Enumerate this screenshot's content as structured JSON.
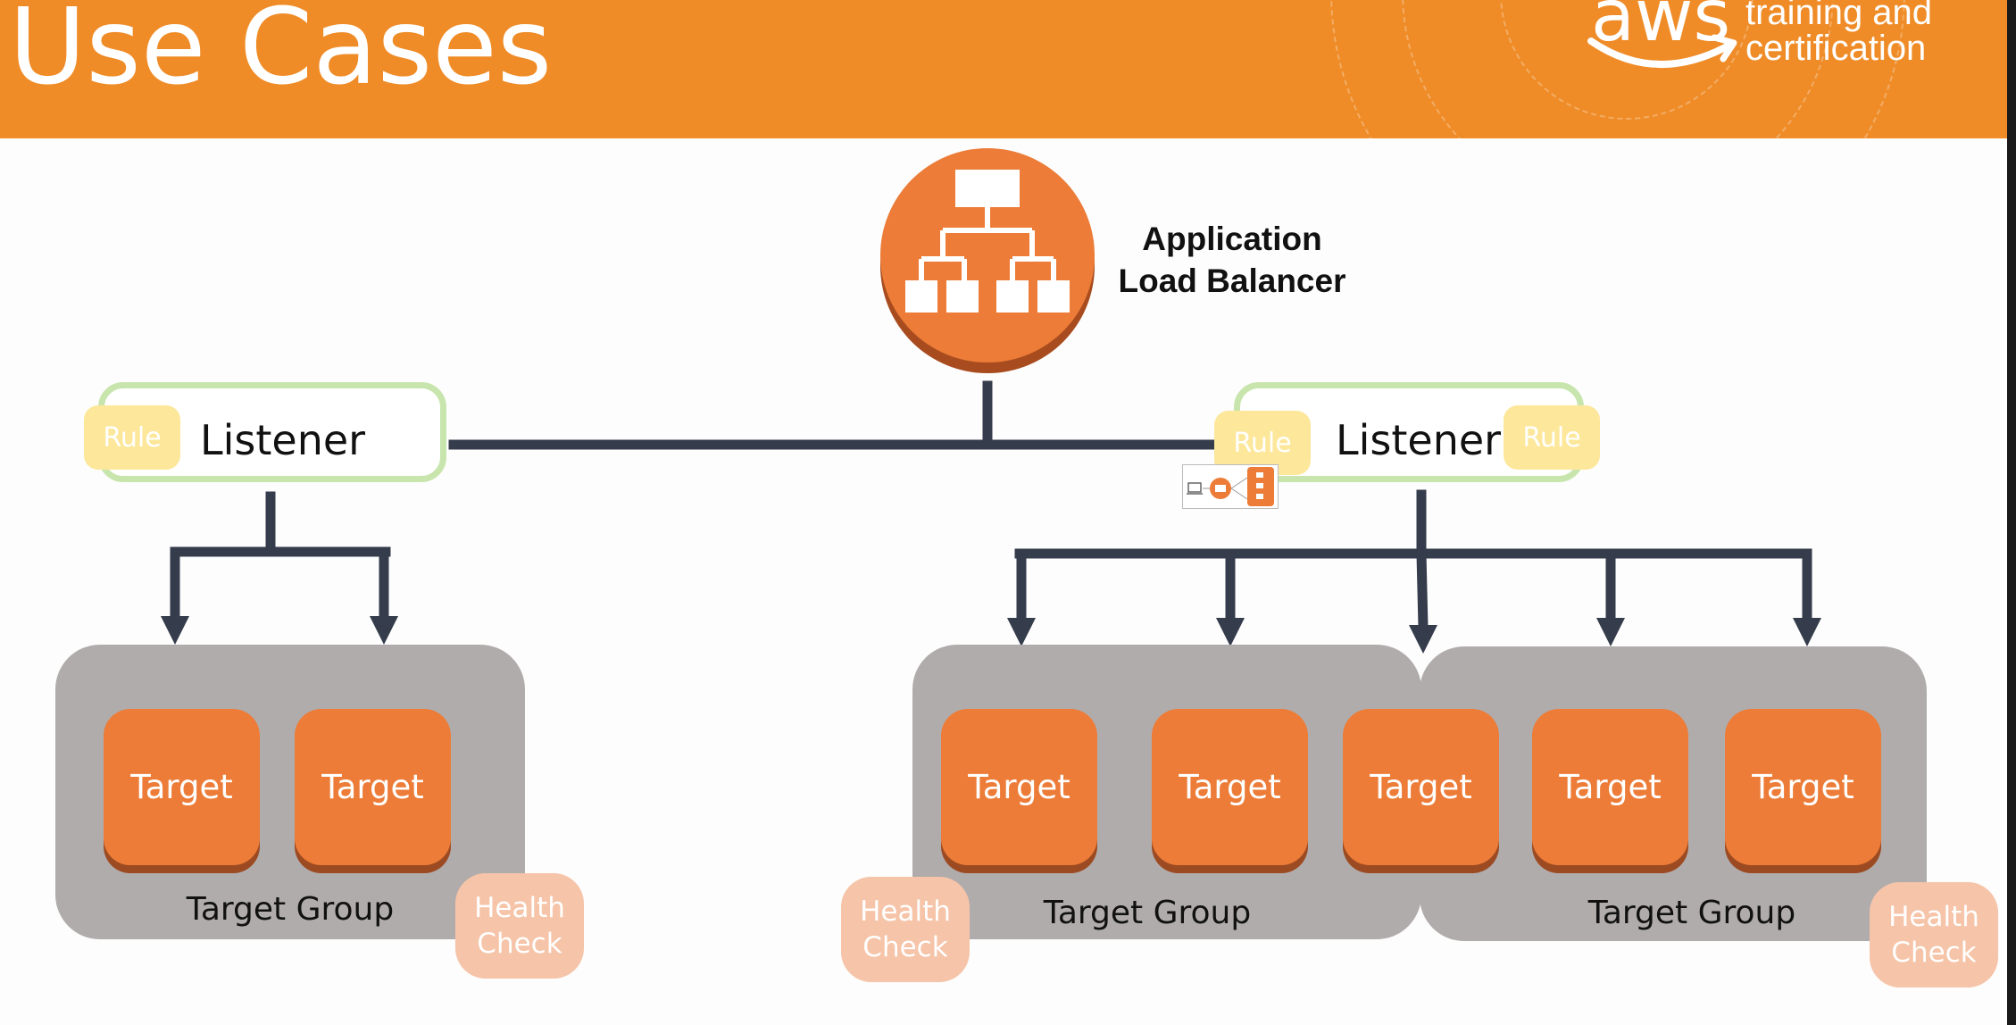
{
  "header": {
    "title": "Use Cases",
    "brand_word": "aws",
    "brand_line1": "training and",
    "brand_line2": "certification",
    "color": "#ef8c28"
  },
  "load_balancer": {
    "label_line1": "Application",
    "label_line2": "Load Balancer",
    "icon": "load-balancer-icon",
    "color": "#ec7c37"
  },
  "listeners": [
    {
      "label": "Listener",
      "rules": [
        "Rule"
      ]
    },
    {
      "label": "Listener",
      "rules": [
        "Rule",
        "Rule"
      ]
    }
  ],
  "target_groups": [
    {
      "label": "Target Group",
      "health_check": "Health Check"
    },
    {
      "label": "Target Group",
      "health_check": "Health Check"
    },
    {
      "label": "Target Group",
      "health_check": "Health Check"
    }
  ],
  "targets": [
    "Target",
    "Target",
    "Target",
    "Target",
    "Target",
    "Target",
    "Target"
  ],
  "health_check": {
    "line1": "Health",
    "line2": "Check"
  },
  "colors": {
    "connector": "#353c4b",
    "target": "#ec7c37",
    "group": "#b1acac",
    "listener_border": "#c8e5ae",
    "rule": "#fde79a",
    "health_check": "#f6c4a8"
  }
}
